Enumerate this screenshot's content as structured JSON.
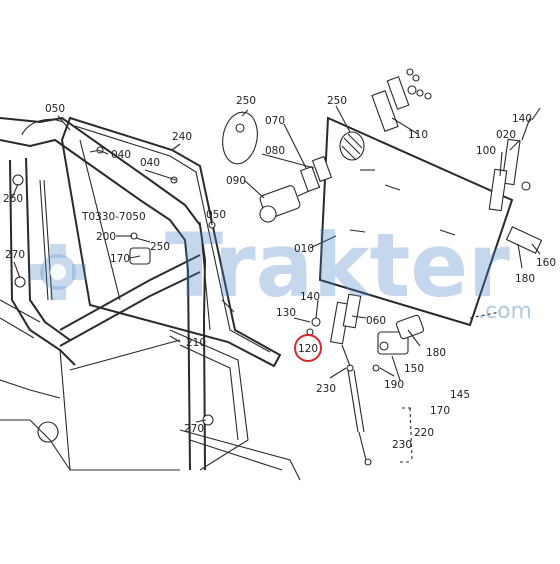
{
  "diagram": {
    "part_code": "T0330-7050",
    "highlighted_callout": "120",
    "highlight_color": "#d9262c",
    "callouts": [
      "050",
      "040",
      "240",
      "040",
      "050",
      "260",
      "270",
      "200",
      "250",
      "170",
      "210",
      "270",
      "250",
      "070",
      "080",
      "090",
      "250",
      "110",
      "130",
      "140",
      "100",
      "020",
      "140",
      "010",
      "060",
      "180",
      "150",
      "190",
      "180",
      "160",
      "230",
      "145",
      "170",
      "220",
      "230",
      "120"
    ]
  },
  "watermark": {
    "brand": "Trakter",
    "domain": ".com",
    "color": "#4a83c2"
  }
}
